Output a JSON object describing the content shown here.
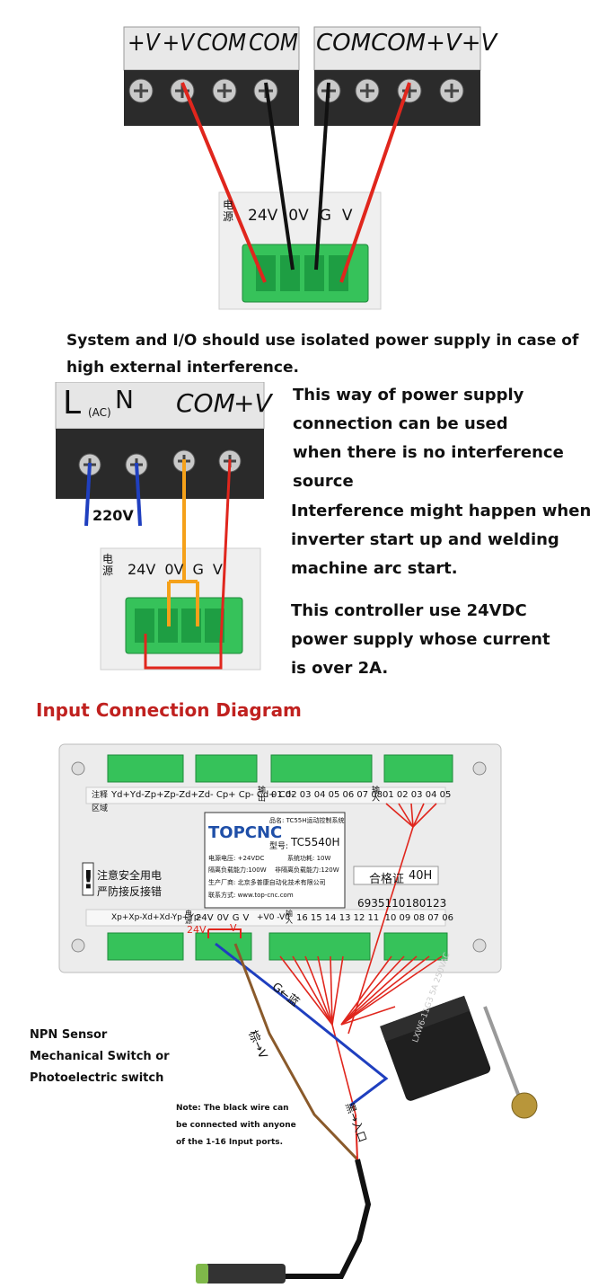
{
  "top_psu_left": {
    "labels": [
      "+V",
      "+V",
      "COM",
      "COM"
    ]
  },
  "top_psu_right": {
    "labels": [
      "COM",
      "COM",
      "+V",
      "+V"
    ]
  },
  "top_controller": {
    "label_cn": "电\n源",
    "label_24v": "24V",
    "label_0v": "0V",
    "label_g": "G",
    "label_v": "V"
  },
  "isolation_note": {
    "line1": "System and I/O should use isolated power supply in case of",
    "line2": "high external interference."
  },
  "mid_psu": {
    "label_l": "L",
    "label_ac": "(AC)",
    "label_n": "N",
    "label_com": "COM",
    "label_v": "+V",
    "label_220v": "220V"
  },
  "mid_controller": {
    "label_cn": "电\n源",
    "label_24v": "24V",
    "label_0v": "0V",
    "label_g": "G",
    "label_v": "V"
  },
  "mid_notes": {
    "p1": [
      "This way of power supply",
      "connection can be used",
      "when there is no interference",
      "source"
    ],
    "p2": [
      "Interference might happen when",
      "inverter start up and welding",
      "machine arc start."
    ],
    "p3": [
      "This controller use 24VDC",
      "power supply whose current",
      "is over 2A."
    ]
  },
  "input_section": {
    "title": "Input Connection Diagram",
    "top_row_label": "Yd+Yd-Zp+Zp-Zd+Zd-  Cp+ Cp- Cd+ Cd-",
    "top_row_side": "注释\n区域",
    "output_label": "输出",
    "output_nums": "01 02 03 04 05 06 07 08",
    "input_label": "输入",
    "input_nums_top": "01 02 03 04 05",
    "brand": "TOPCNC",
    "product_name": "品名: TC55H运动控制系统",
    "model_label": "型号:",
    "model": "TC5540H",
    "voltage": "电源电压: +24VDC",
    "power": "系统功耗: 10W",
    "load1": "隔离负载能力:100W",
    "load2": "非隔离负载能力:120W",
    "maker": "生产厂商: 北京多普康自动化技术有限公司",
    "contact": "联系方式: www.top-cnc.com",
    "warning_line1": "注意安全用电",
    "warning_line2": "严防接反接错",
    "qc_label": "合格证",
    "qc_code": "40H",
    "barcode_num": "6935110180123",
    "bottom_row_label": "Xp+Xp-Xd+Xd-Yp+Yp-",
    "bottom_power": "电源",
    "bottom_24v": "24V",
    "bottom_0v": "0V",
    "bottom_g": "G",
    "bottom_v": "V",
    "bottom_mid": "+V0 -V0",
    "bottom_input_label": "输入",
    "bottom_input_nums": "16 15 14 13 12 11  10 09 08 07 06",
    "red_24v": "24V",
    "red_v": "V",
    "wire_blue": "G←蓝",
    "wire_brown": "棕→V",
    "wire_black": "黑→入口",
    "switch_label": "LXW6-11G3 5A 250VAC"
  },
  "sensor_note": {
    "lines": [
      "NPN Sensor",
      "Mechanical Switch or",
      "Photoelectric switch"
    ]
  },
  "black_wire_note": {
    "lines": [
      "Note: The black wire can",
      "be connected with anyone",
      "of the 1-16 Input ports."
    ]
  },
  "colors": {
    "red_wire": "#e0261d",
    "black_wire": "#111111",
    "blue_wire": "#1f3fbf",
    "orange_wire": "#f5a11a",
    "brown_wire": "#8a5a2b",
    "terminal_green": "#36c25a",
    "title_red": "#c0211f"
  }
}
